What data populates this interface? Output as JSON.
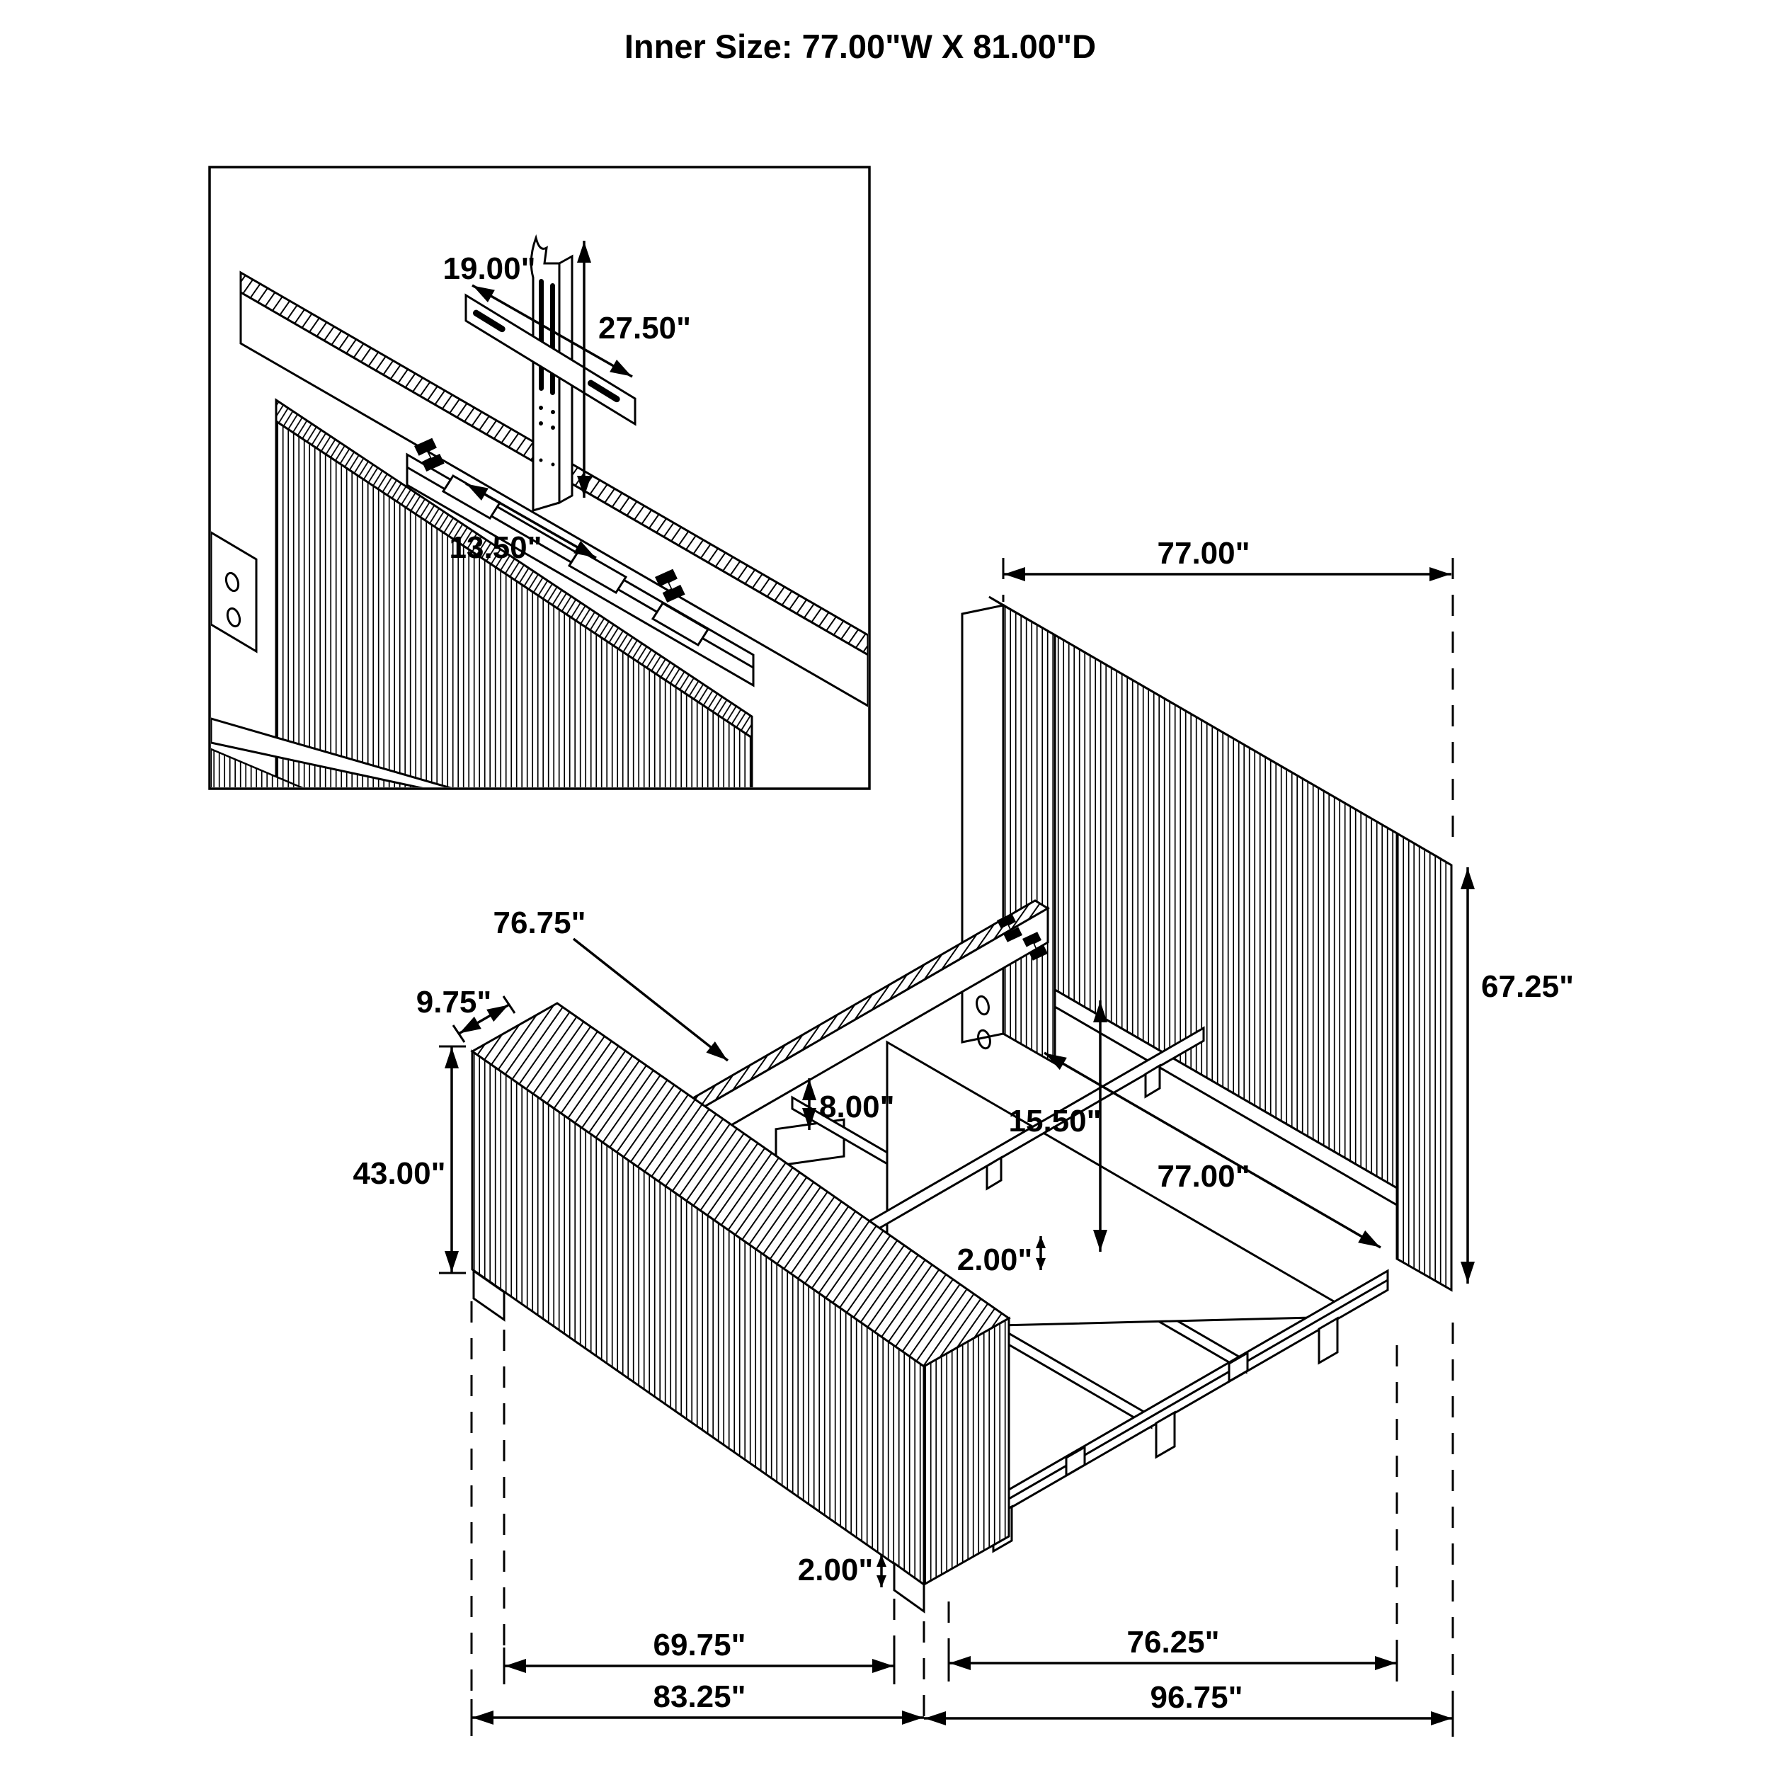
{
  "title": "Inner Size: 77.00\"W X 81.00\"D",
  "detail_inset": {
    "bracket_width": "19.00\"",
    "bracket_height": "27.50\"",
    "cleat_offset": "13.50\""
  },
  "main_view": {
    "headboard_width": "77.00\"",
    "headboard_height": "67.25\"",
    "side_rail_length": "76.75\"",
    "footboard_depth": "9.75\"",
    "footboard_height": "43.00\"",
    "rail_to_slat_gap": "8.00\"",
    "slat_to_headboard_gap": "15.50\"",
    "inner_width": "77.00\"",
    "slat_thickness": "2.00\"",
    "foot_leg_height": "2.00\"",
    "span_footboard_to_leg": "69.75\"",
    "span_leg_to_headboard": "76.25\"",
    "span_outer_left": "83.25\"",
    "span_outer_right": "96.75\""
  }
}
